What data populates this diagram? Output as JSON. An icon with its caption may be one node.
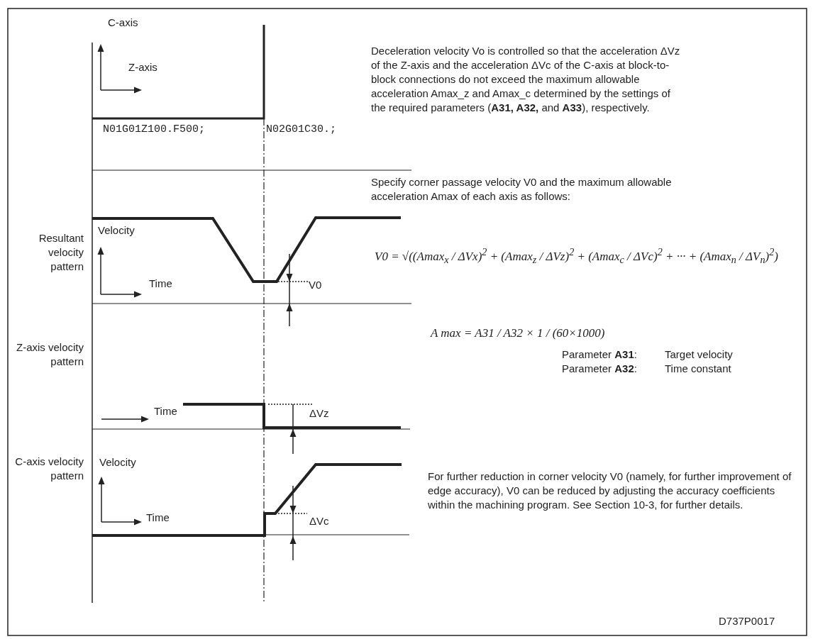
{
  "diagram": {
    "labels": [
      "C-axis",
      "Z-axis",
      "N01G01Z100.F500;",
      "N02G01C30.;",
      "Deceleration velocity Vo is controlled so that the acceleration ΔVz of the Z-axis and the acceleration ΔVc of the C-axis at block-to-block connections do not exceed the maximum allowable acceleration Amax_z and Amax_c determined by the settings of the required parameters (**A31, A32,** and **A33**), respectively.",
      "Specify corner passage velocity V0 and the maximum allowable acceleration Amax of each axis as follows:",
      "Resultant velocity pattern",
      "Velocity",
      "Time",
      "V0",
      "V0 = √((Amax$_{x}$ / ΔVx)$^{2}$ + (Amax$_{z}$ / ΔVz)$^{2}$ + (Amax$_{c}$ / ΔVc)$^{2}$ + ··· + (Amax$_{n}$ / ΔV$_{n}$)$^{2}$)",
      "Z-axis velocity pattern",
      "A max = A31 / A32 × 1 / (60×1000)",
      "Parameter **A31**:",
      "Target velocity",
      "Parameter **A32**:",
      "Time constant",
      "Time",
      "ΔVz",
      "C-axis velocity pattern",
      "Velocity",
      "For further reduction in corner velocity V0 (namely, for further improvement of edge accuracy), V0 can be reduced by adjusting the accuracy coefficients within the machining program. See Section 10-3, for further details.",
      "Time",
      "ΔVc",
      "D737P0017"
    ]
  }
}
